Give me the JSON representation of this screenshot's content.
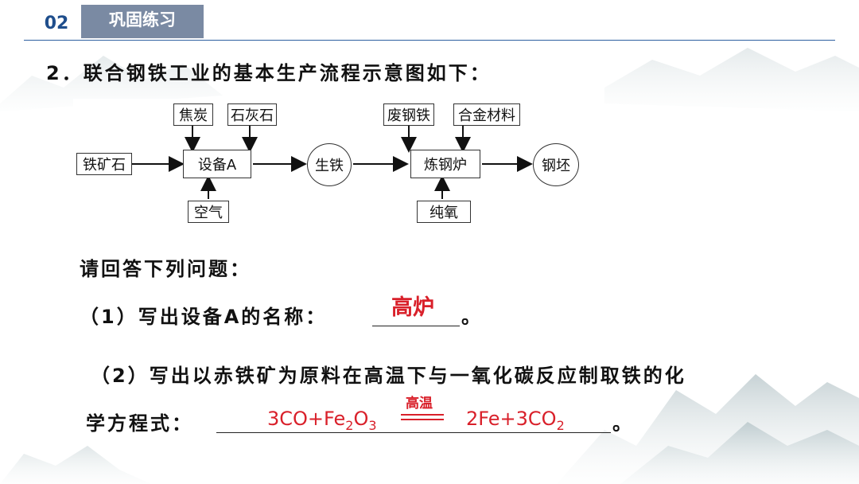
{
  "header": {
    "number": "02",
    "section_title": "巩固练习"
  },
  "question": {
    "title": "2．联合钢铁工业的基本生产流程示意图如下：",
    "prompt": "请回答下列问题：",
    "q1": "（1）写出设备A的名称：",
    "q1_answer": "高炉",
    "q1_end": "。",
    "q2_line1": "（2）写出以赤铁矿为原料在高温下与一氧化碳反应制取铁的化",
    "q2_line2": "学方程式：",
    "q2_end": "。",
    "equation": {
      "left_a": "3CO+Fe",
      "left_sub1": "2",
      "left_b": "O",
      "left_sub2": "3",
      "condition": "高温",
      "right_a": "2Fe+3CO",
      "right_sub": "2"
    }
  },
  "diagram": {
    "boxes": {
      "coke": "焦炭",
      "limestone": "石灰石",
      "iron_ore": "铁矿石",
      "device_a": "设备A",
      "air": "空气",
      "pig_iron": "生铁",
      "scrap_steel": "废钢铁",
      "alloy": "合金材料",
      "furnace": "炼钢炉",
      "pure_oxygen": "纯氧",
      "billet": "钢坯"
    }
  },
  "colors": {
    "accent": "#1f4e8c",
    "header_box": "#7a8aa3",
    "answer": "#d9202a"
  }
}
